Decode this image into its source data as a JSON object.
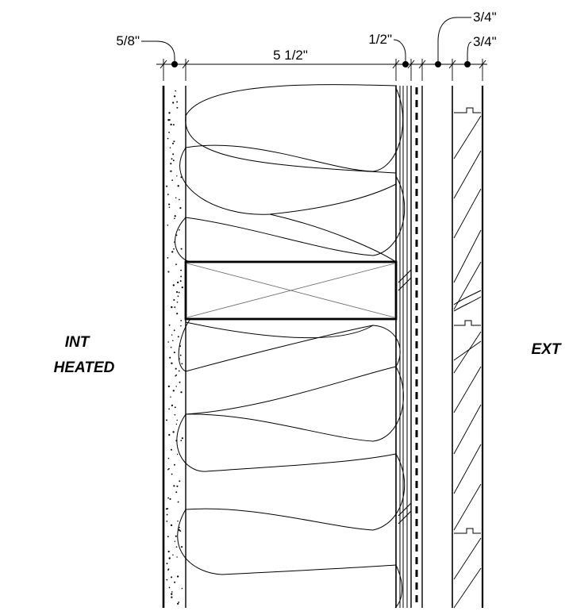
{
  "dimensions": {
    "gypsum": "5/8\"",
    "stud_cavity": "5 1/2\"",
    "sheathing": "1/2\"",
    "air_gap": "3/4\"",
    "siding": "3/4\""
  },
  "labels": {
    "interior_line1": "INT",
    "interior_line2": "HEATED",
    "exterior": "EXT"
  },
  "colors": {
    "ink": "#000000",
    "background": "#ffffff",
    "stud_cross": "#6b6b6b"
  }
}
